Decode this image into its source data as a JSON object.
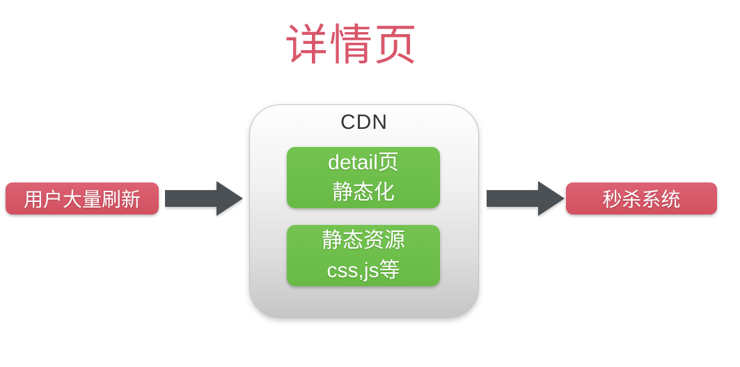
{
  "title": "详情页",
  "colors": {
    "accent_red": "#d9566a",
    "node_red": "#d55a68",
    "node_green": "#6fbf4c",
    "arrow_gray": "#4b5054",
    "cdn_gradient_top": "#fefefe",
    "cdn_gradient_bottom": "#c6c6c6",
    "cdn_label_color": "#333333"
  },
  "flow": {
    "source": {
      "label": "用户大量刷新"
    },
    "cdn": {
      "label": "CDN",
      "items": [
        {
          "line1": "detail页",
          "line2": "静态化"
        },
        {
          "line1": "静态资源",
          "line2": "css,js等"
        }
      ]
    },
    "target": {
      "label": "秒杀系统"
    }
  }
}
